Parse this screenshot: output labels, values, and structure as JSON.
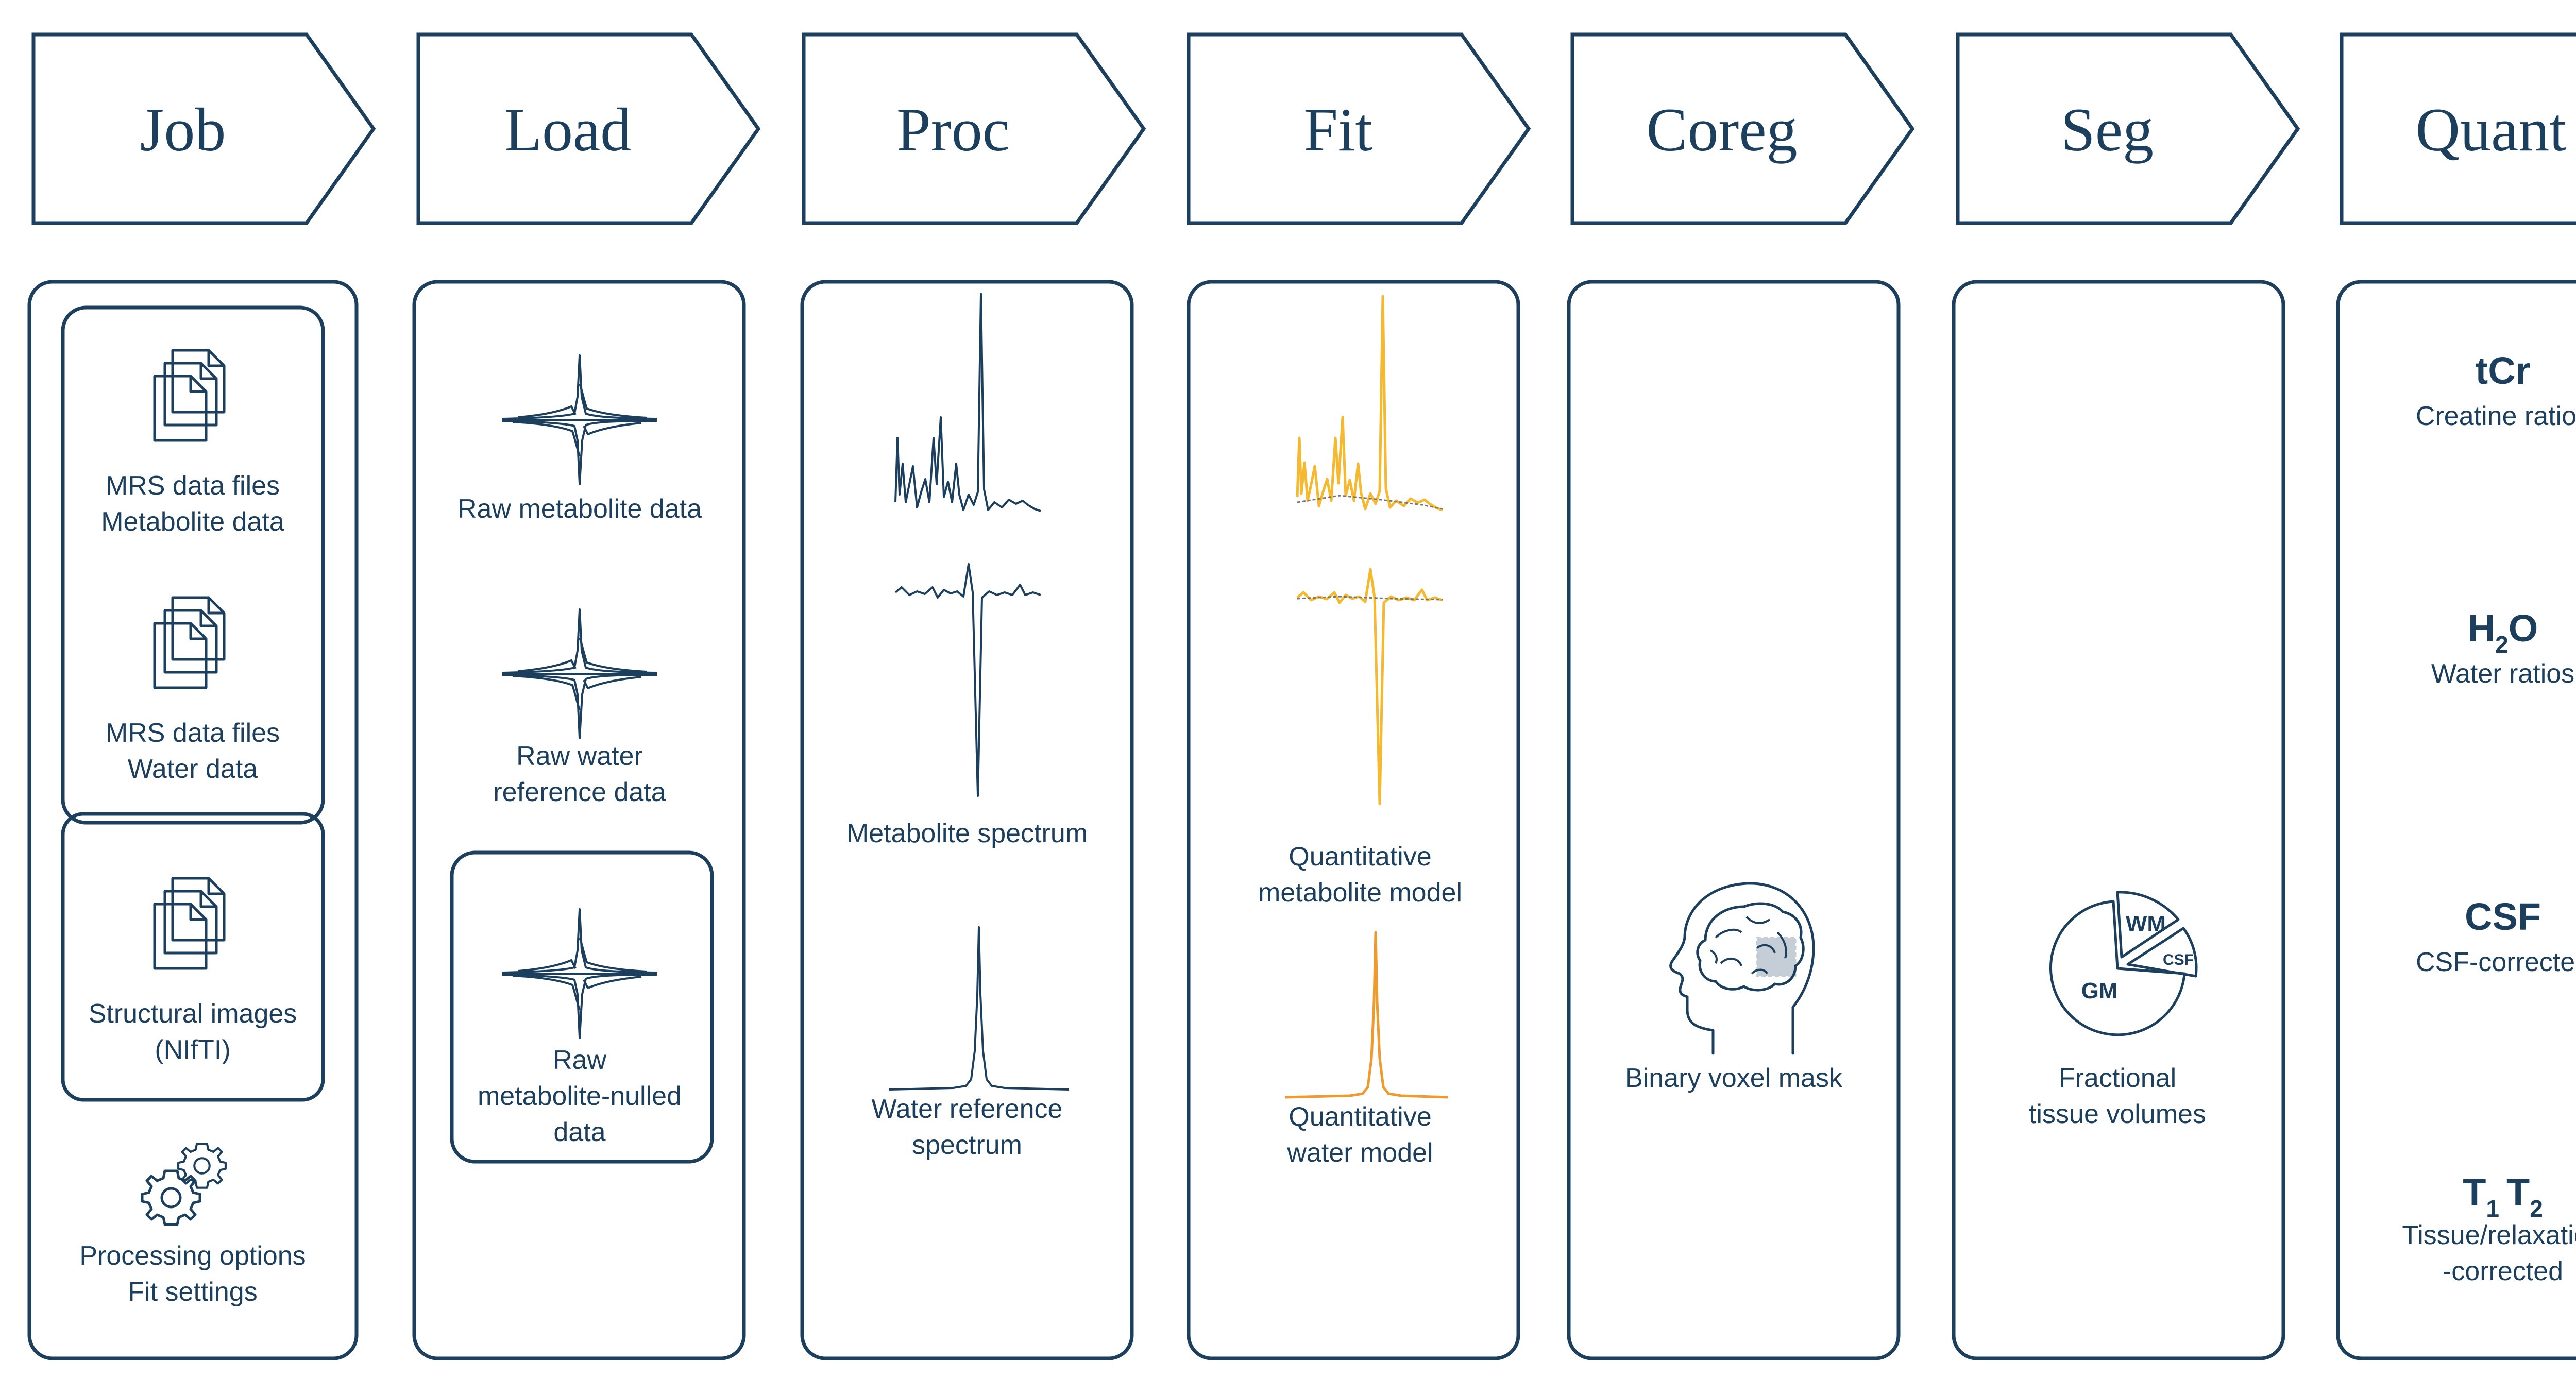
{
  "colors": {
    "primary": "#1d3f5e",
    "fit_model": "#f5b82e",
    "water_model": "#ef9a2e",
    "background": "#ffffff"
  },
  "stages": [
    "Job",
    "Load",
    "Proc",
    "Fit",
    "Coreg",
    "Seg",
    "Quant"
  ],
  "job": {
    "icons": [
      "document-stack-icon",
      "gear-icon"
    ],
    "metabolite_files": [
      "MRS data files",
      "Metabolite data"
    ],
    "water_files": [
      "MRS data files",
      "Water data"
    ],
    "structural": [
      "Structural images",
      "(NIfTI)"
    ],
    "options": [
      "Processing options",
      "Fit settings"
    ]
  },
  "load": {
    "raw_metabolite": [
      "Raw metabolite data"
    ],
    "raw_water": [
      "Raw water",
      "reference data"
    ],
    "raw_nulled": [
      "Raw",
      "metabolite-nulled",
      "data"
    ]
  },
  "proc": {
    "metabolite_spectrum": [
      "Metabolite spectrum"
    ],
    "water_spectrum": [
      "Water reference",
      "spectrum"
    ]
  },
  "fit": {
    "metabolite_model": [
      "Quantitative",
      "metabolite model"
    ],
    "water_model": [
      "Quantitative",
      "water model"
    ]
  },
  "coreg": {
    "icon": "brain-head-icon",
    "label": [
      "Binary voxel mask"
    ]
  },
  "seg": {
    "icon": "tissue-pie-icon",
    "slices": [
      "WM",
      "CSF",
      "GM"
    ],
    "label": [
      "Fractional",
      "tissue volumes"
    ]
  },
  "quant": {
    "tcr": {
      "symbol": "tCr",
      "label": "Creatine ratios"
    },
    "h2o": {
      "symbol": "H",
      "subscript": "2",
      "symbol_tail": "O",
      "label": "Water ratios"
    },
    "csf": {
      "symbol": "CSF",
      "label": "CSF-corrected"
    },
    "t1t2": {
      "t1": "T",
      "t1_sub": "1",
      "t2": "T",
      "t2_sub": "2",
      "label": [
        "Tissue/relaxation",
        "-corrected"
      ]
    }
  }
}
